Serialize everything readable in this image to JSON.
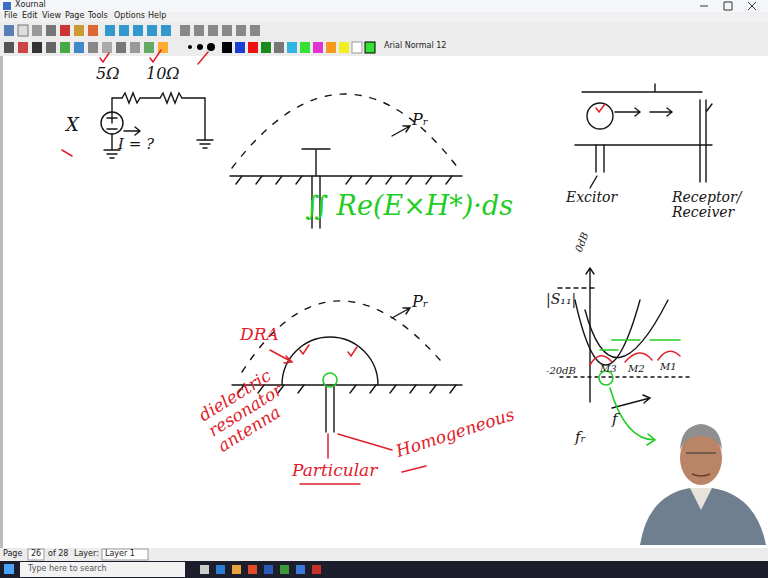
{
  "diagram": {
    "labels": [
      "Xournal",
      "File",
      "Edit",
      "View",
      "Page",
      "Tools",
      "Options",
      "Help",
      "Arial Normal 12",
      "5Ω",
      "10Ω",
      "I = ?",
      "X",
      "Pᵣ",
      "∬ Re(E×H*)·ds",
      "Pᵣ",
      "DRA",
      "dielectric resonator antenna",
      "Particular",
      "Homogeneous",
      "Excitor",
      "Receptor/ Receiver",
      "|S₁₁|",
      "0dB",
      "-20dB",
      "M3",
      "M2",
      "M1",
      "f",
      "fᵣ",
      "Page",
      "26",
      "of 28",
      "Layer:",
      "Layer 1",
      "Type here to search"
    ]
  }
}
